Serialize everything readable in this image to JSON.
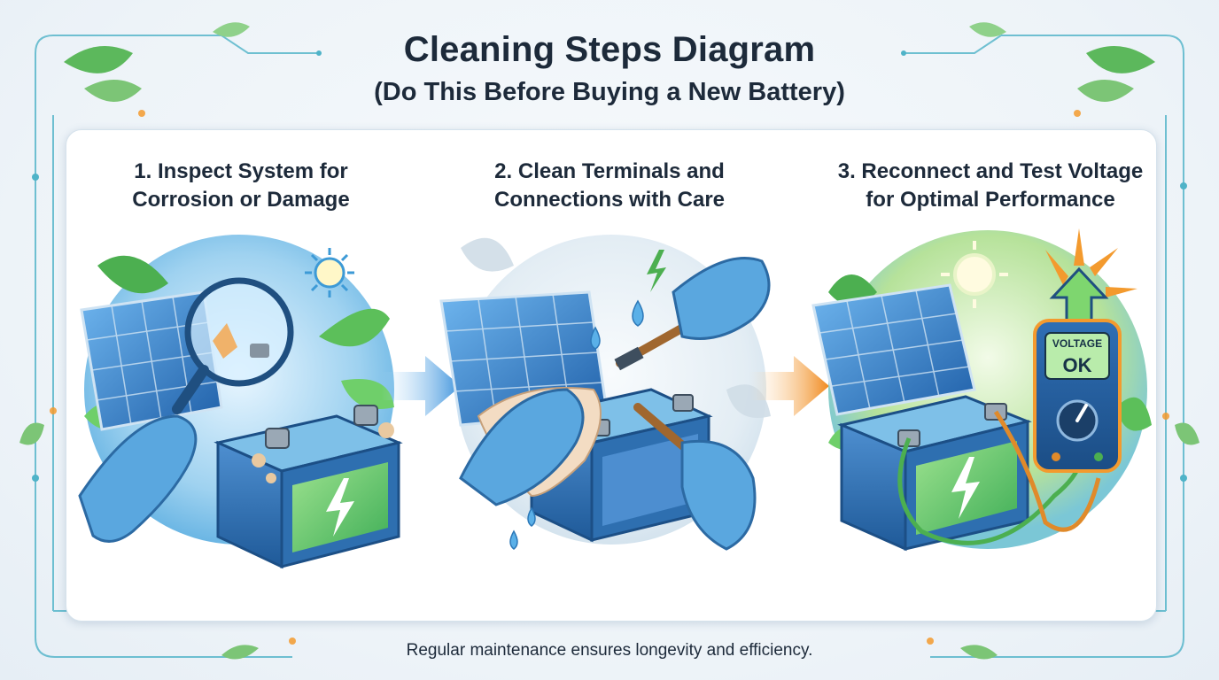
{
  "header": {
    "title": "Cleaning Steps Diagram",
    "subtitle": "(Do This Before Buying a New Battery)"
  },
  "steps": [
    {
      "label_line1": "1. Inspect System for",
      "label_line2": "Corrosion or Damage"
    },
    {
      "label_line1": "2. Clean Terminals and",
      "label_line2": "Connections with Care"
    },
    {
      "label_line1": "3. Reconnect and Test Voltage",
      "label_line2": "for Optimal Performance"
    }
  ],
  "meter": {
    "line1": "VOLTAGE",
    "line2": "OK"
  },
  "footer": {
    "text": "Regular maintenance ensures longevity and efficiency."
  },
  "colors": {
    "title": "#1d2a3a",
    "glove": "#5aa7df",
    "battery_blue": "#2e6fb0",
    "battery_green": "#6fcf6a",
    "leaf": "#4caf50",
    "arrow_blue": "#4a9ee0",
    "arrow_orange": "#f39a2e",
    "frame_line": "#4fb3c8"
  },
  "icons": [
    "magnifier-icon",
    "solar-panel-icon",
    "battery-icon",
    "sun-icon",
    "brush-icon",
    "cloth-icon",
    "multimeter-icon",
    "leaf-icon",
    "arrow-right-icon",
    "water-drop-icon",
    "lightning-icon"
  ]
}
